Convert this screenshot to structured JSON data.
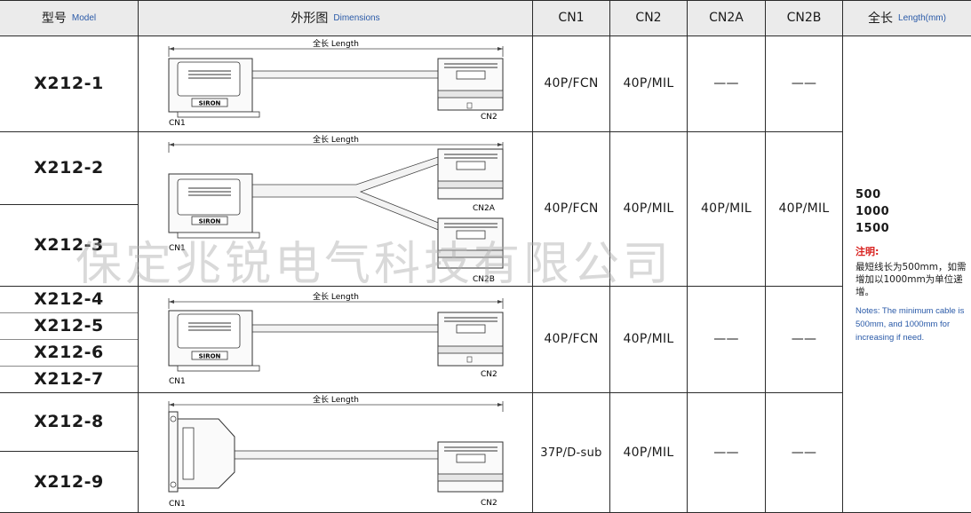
{
  "headers": {
    "model_cn": "型号",
    "model_en": "Model",
    "dims_cn": "外形图",
    "dims_en": "Dimensions",
    "cn1": "CN1",
    "cn2": "CN2",
    "cn2a": "CN2A",
    "cn2b": "CN2B",
    "length_cn": "全长",
    "length_en": "Length(mm)"
  },
  "models": [
    "X212-1",
    "X212-2",
    "X212-3",
    "X212-4",
    "X212-5",
    "X212-6",
    "X212-7",
    "X212-8",
    "X212-9"
  ],
  "groups": [
    {
      "cn1": "40P/FCN",
      "cn2": "40P/MIL",
      "cn2a": "——",
      "cn2b": "——"
    },
    {
      "cn1": "40P/FCN",
      "cn2": "40P/MIL",
      "cn2a": "40P/MIL",
      "cn2b": "40P/MIL"
    },
    {
      "cn1": "40P/FCN",
      "cn2": "40P/MIL",
      "cn2a": "——",
      "cn2b": "——"
    },
    {
      "cn1": "37P/D-sub",
      "cn2": "40P/MIL",
      "cn2a": "——",
      "cn2b": "——"
    }
  ],
  "diagram_labels": {
    "length": "全长 Length",
    "cn1": "CN1",
    "cn2": "CN2",
    "cn2a": "CN2A",
    "cn2b": "CN2B",
    "brand": "SIRON"
  },
  "lengths": [
    "500",
    "1000",
    "1500"
  ],
  "note": {
    "title": "注明:",
    "cn": "最短线长为500mm，如需增加以1000mm为单位递增。",
    "en": "Notes: The minimum cable is 500mm, and 1000mm for increasing if need."
  },
  "watermark": "保定兆锐电气科技有限公司",
  "colors": {
    "header_bg": "#ebebeb",
    "note_red": "#d8201e",
    "english_blue": "#2a5aa8"
  }
}
